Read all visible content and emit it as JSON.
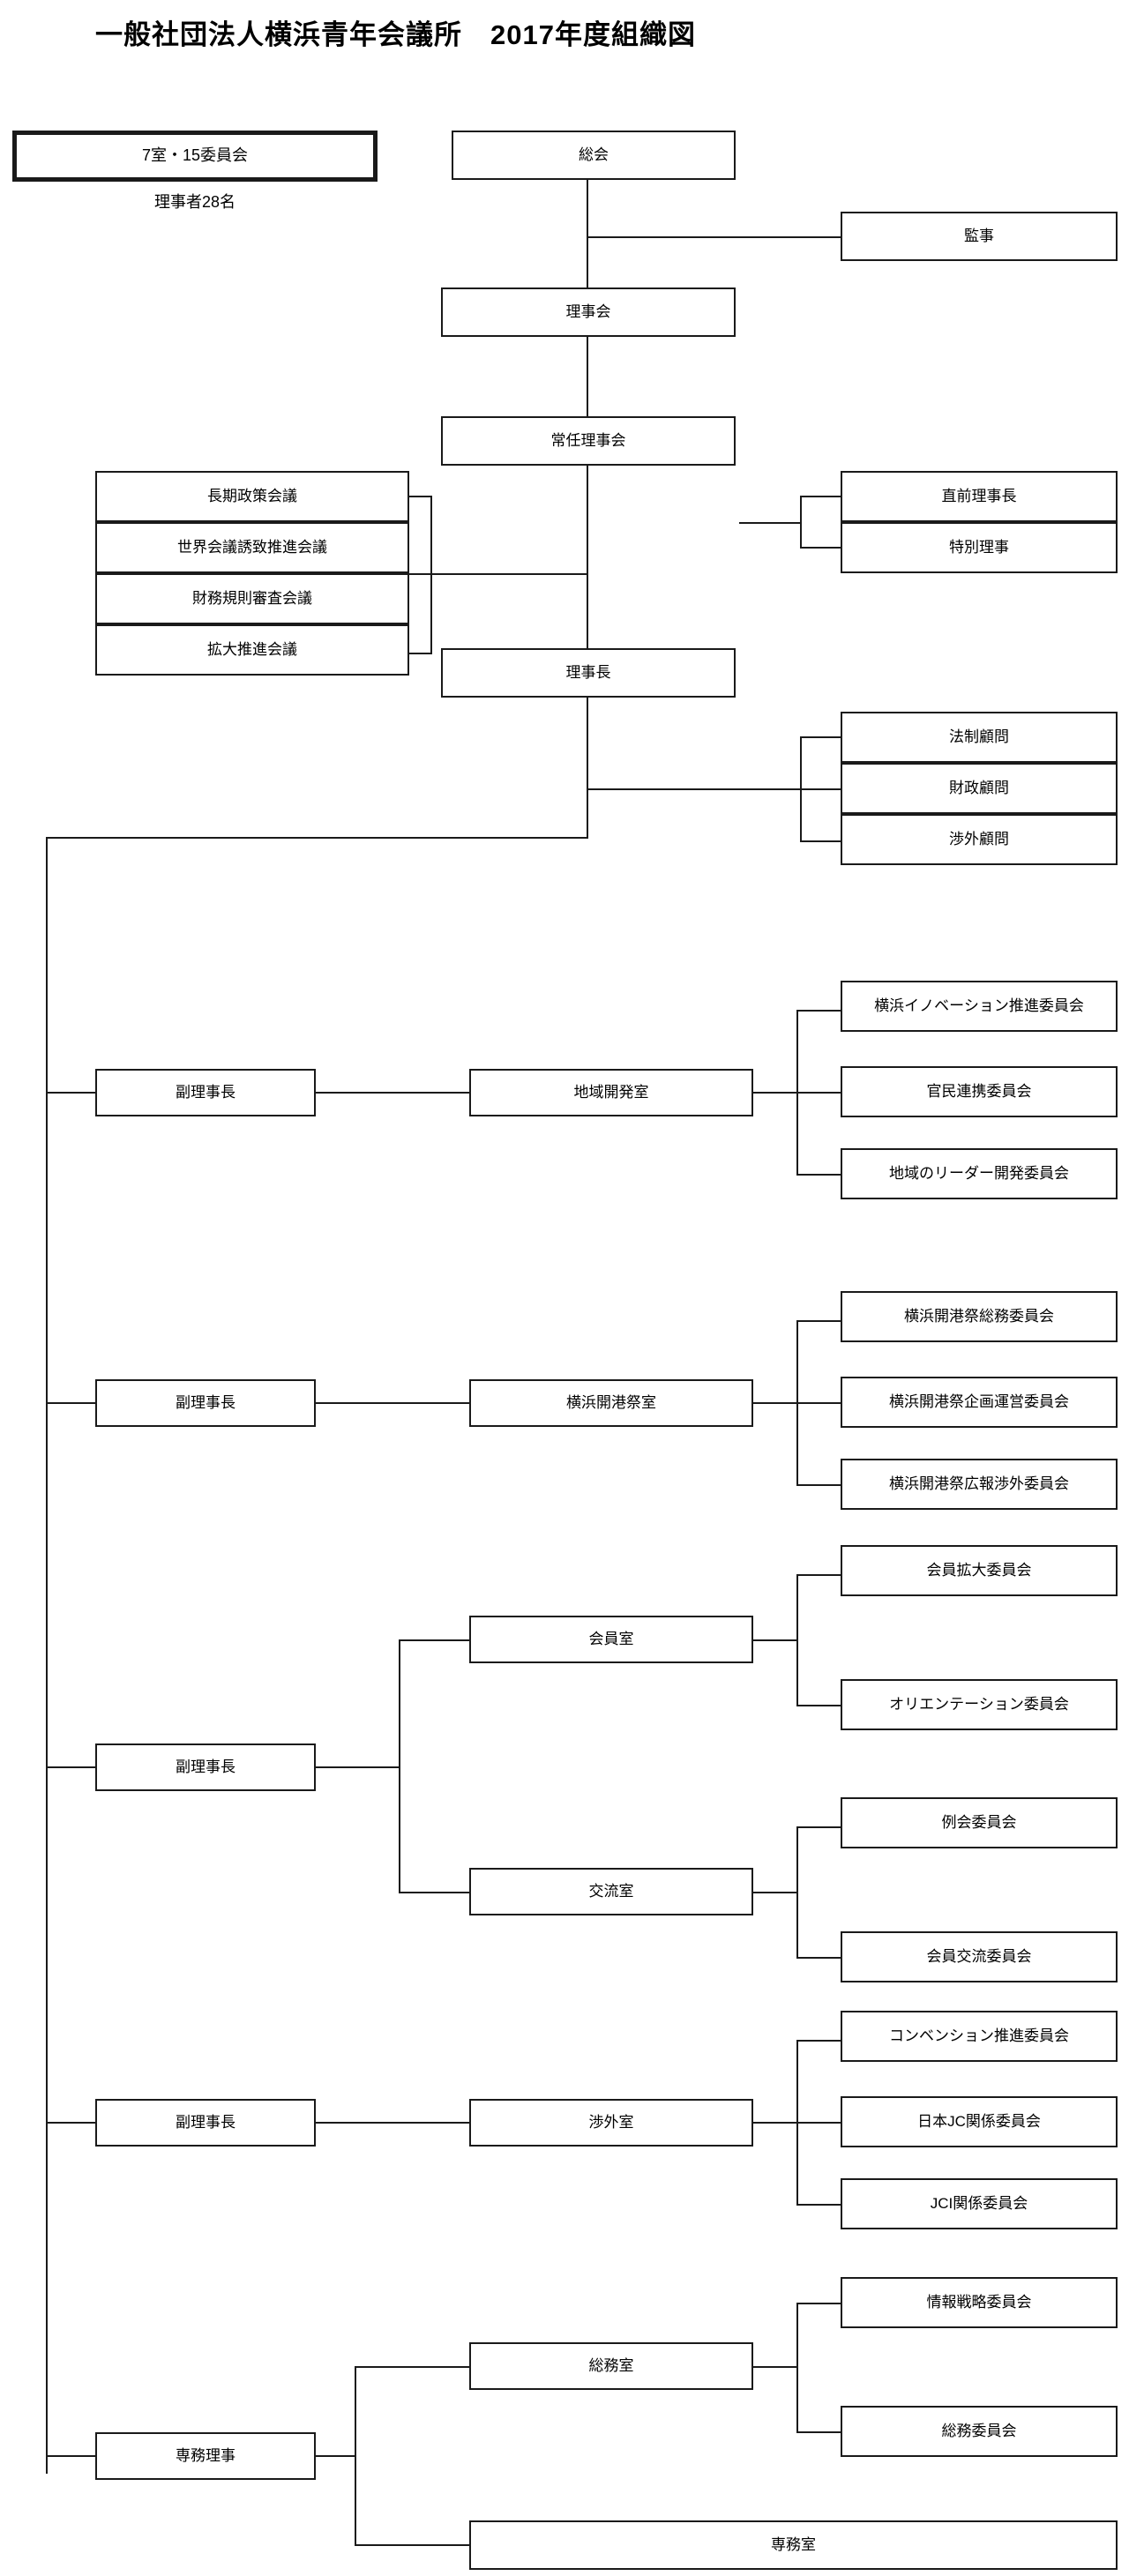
{
  "title": "一般社団法人横浜青年会議所　2017年度組織図",
  "summary": {
    "rooms_committees": "7室・15委員会",
    "directors_note": "理事者28名"
  },
  "governance": {
    "general_meeting": "総会",
    "auditor": "監事",
    "board": "理事会",
    "standing_board": "常任理事会",
    "chairman": "理事長"
  },
  "councils": [
    "長期政策会議",
    "世界会議誘致推進会議",
    "財務規則審査会議",
    "拡大推進会議"
  ],
  "special_officers": [
    "直前理事長",
    "特別理事"
  ],
  "advisors": [
    "法制顧問",
    "財政顧問",
    "渉外顧問"
  ],
  "divisions": [
    {
      "officer": "副理事長",
      "room": "地域開発室",
      "committees": [
        "横浜イノベーション推進委員会",
        "官民連携委員会",
        "地域のリーダー開発委員会"
      ]
    },
    {
      "officer": "副理事長",
      "room": "横浜開港祭室",
      "committees": [
        "横浜開港祭総務委員会",
        "横浜開港祭企画運営委員会",
        "横浜開港祭広報渉外委員会"
      ]
    },
    {
      "officer": "副理事長",
      "rooms": [
        {
          "room": "会員室",
          "committees": [
            "会員拡大委員会",
            "オリエンテーション委員会"
          ]
        },
        {
          "room": "交流室",
          "committees": [
            "例会委員会",
            "会員交流委員会"
          ]
        }
      ]
    },
    {
      "officer": "副理事長",
      "room": "渉外室",
      "committees": [
        "コンベンション推進委員会",
        "日本JC関係委員会",
        "JCI関係委員会"
      ]
    },
    {
      "officer": "専務理事",
      "rooms": [
        {
          "room": "総務室",
          "committees": [
            "情報戦略委員会",
            "総務委員会"
          ]
        }
      ],
      "wide_room": "専務室"
    }
  ],
  "colors": {
    "stroke": "#1a1a1a",
    "background": "#ffffff",
    "text": "#000000"
  }
}
